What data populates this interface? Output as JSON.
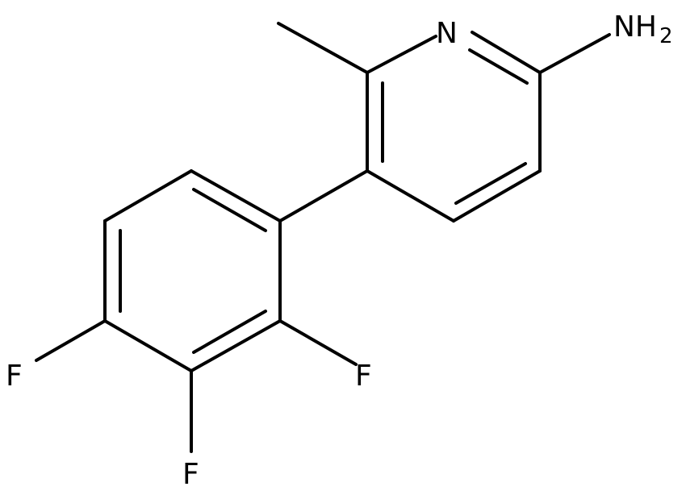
{
  "molecule": {
    "atoms": {
      "n_ring": {
        "symbol": "N"
      },
      "amine": {
        "symbol": "NH",
        "subscript": "2"
      },
      "f_a": {
        "symbol": "F"
      },
      "f_b": {
        "symbol": "F"
      },
      "f_c": {
        "symbol": "F"
      }
    },
    "colors": {
      "bond": "#000000",
      "label": "#000000",
      "background": "#ffffff"
    }
  }
}
